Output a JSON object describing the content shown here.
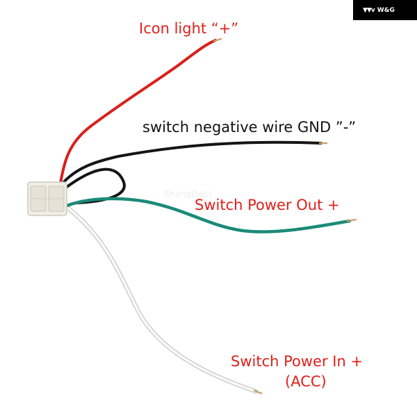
{
  "labels": {
    "icon_light": "Icon light “+”",
    "negative_wire": "switch negative wire GND ”-”",
    "power_out": "Switch Power Out +",
    "power_in_line1": "Switch Power In +",
    "power_in_line2": "(ACC)"
  },
  "watermark": "ShangDoLi",
  "brand": {
    "mark": "▼▼v",
    "text": "W&G"
  },
  "colors": {
    "red_wire": "#d8201c",
    "black_wire": "#151515",
    "green_wire": "#1b8a78",
    "white_wire": "#f4f4f4",
    "label_red": "#e0201a",
    "connector": "#f1eee6"
  }
}
